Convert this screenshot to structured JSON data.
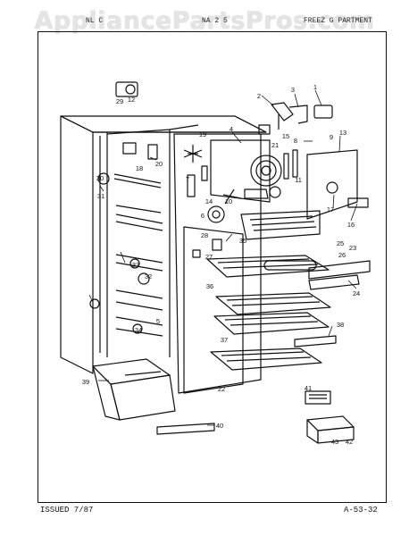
{
  "watermark": {
    "text": "AppliancePartsPros.com"
  },
  "header": {
    "left_code": "NL C",
    "mid_code": "NA 2 5",
    "right_label": "FREEZ G PARTMENT"
  },
  "footer": {
    "issued": "ISSUED 7/87",
    "page_code": "A-53-32"
  },
  "callouts": [
    "1",
    "2",
    "3",
    "4",
    "5",
    "6",
    "7",
    "8",
    "9",
    "10",
    "11",
    "12",
    "13",
    "14",
    "15",
    "16",
    "17",
    "18",
    "19",
    "20",
    "21",
    "22",
    "23",
    "24",
    "25",
    "26",
    "27",
    "28",
    "29",
    "30",
    "31",
    "32",
    "33",
    "34",
    "35",
    "36",
    "37",
    "38",
    "39",
    "40",
    "41",
    "42",
    "43"
  ]
}
